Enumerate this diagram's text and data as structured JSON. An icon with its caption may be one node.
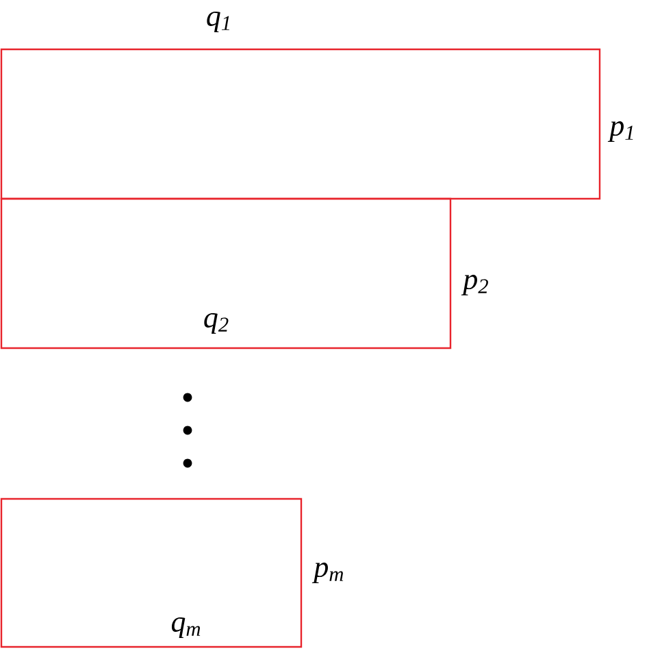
{
  "diagram": {
    "nodes": [
      {
        "text": [
          "q$_{1}$"
        ],
        "beside": [
          "p$_{1}$"
        ]
      },
      {
        "text": [
          "q$_{2}$"
        ],
        "beside": [
          "p$_{2}$"
        ]
      },
      {
        "text": [
          "q$_{m}$"
        ],
        "beside": [
          "p$_{m}$"
        ]
      }
    ]
  }
}
